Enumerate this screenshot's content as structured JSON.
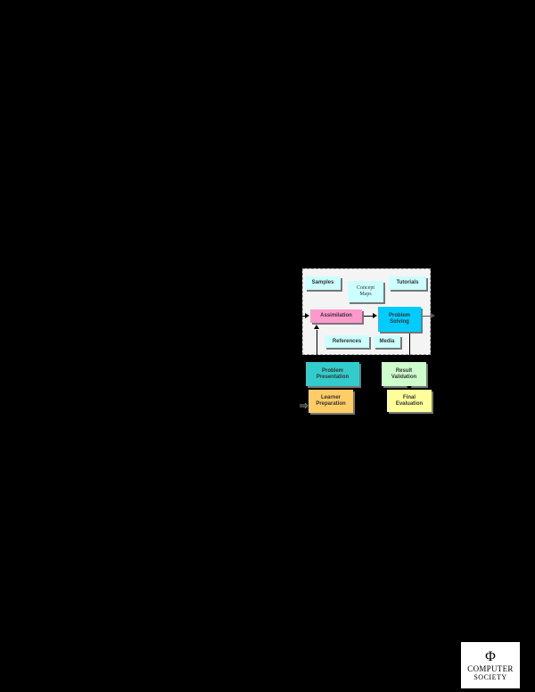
{
  "diagram": {
    "frame_nodes": [
      {
        "id": "samples",
        "label": "Samples"
      },
      {
        "id": "concept_maps",
        "label": "Concept Maps"
      },
      {
        "id": "tutorials",
        "label": "Tutorials"
      },
      {
        "id": "assimilation",
        "label": "Assimilation"
      },
      {
        "id": "problem_solving",
        "label": "Problem Solving"
      },
      {
        "id": "references",
        "label": "References"
      },
      {
        "id": "media",
        "label": "Media"
      }
    ],
    "outer_nodes": [
      {
        "id": "problem_presentation",
        "label": "Problem Presentation"
      },
      {
        "id": "learner_preparation",
        "label": "Learner Preparation"
      },
      {
        "id": "result_validation",
        "label": "Result Validation"
      },
      {
        "id": "final_evaluation",
        "label": "Final Evaluation"
      }
    ],
    "edges": [
      {
        "from": "assimilation",
        "to": "problem_solving"
      },
      {
        "from": "problem_presentation",
        "to": "assimilation"
      },
      {
        "from": "problem_solving",
        "to": "result_validation"
      },
      {
        "from": "result_validation",
        "to": "final_evaluation"
      },
      {
        "from": "learner_preparation",
        "to": "problem_presentation"
      }
    ]
  },
  "logo": {
    "mark": "Φ",
    "line1": "COMPUTER",
    "line2": "SOCIETY"
  }
}
